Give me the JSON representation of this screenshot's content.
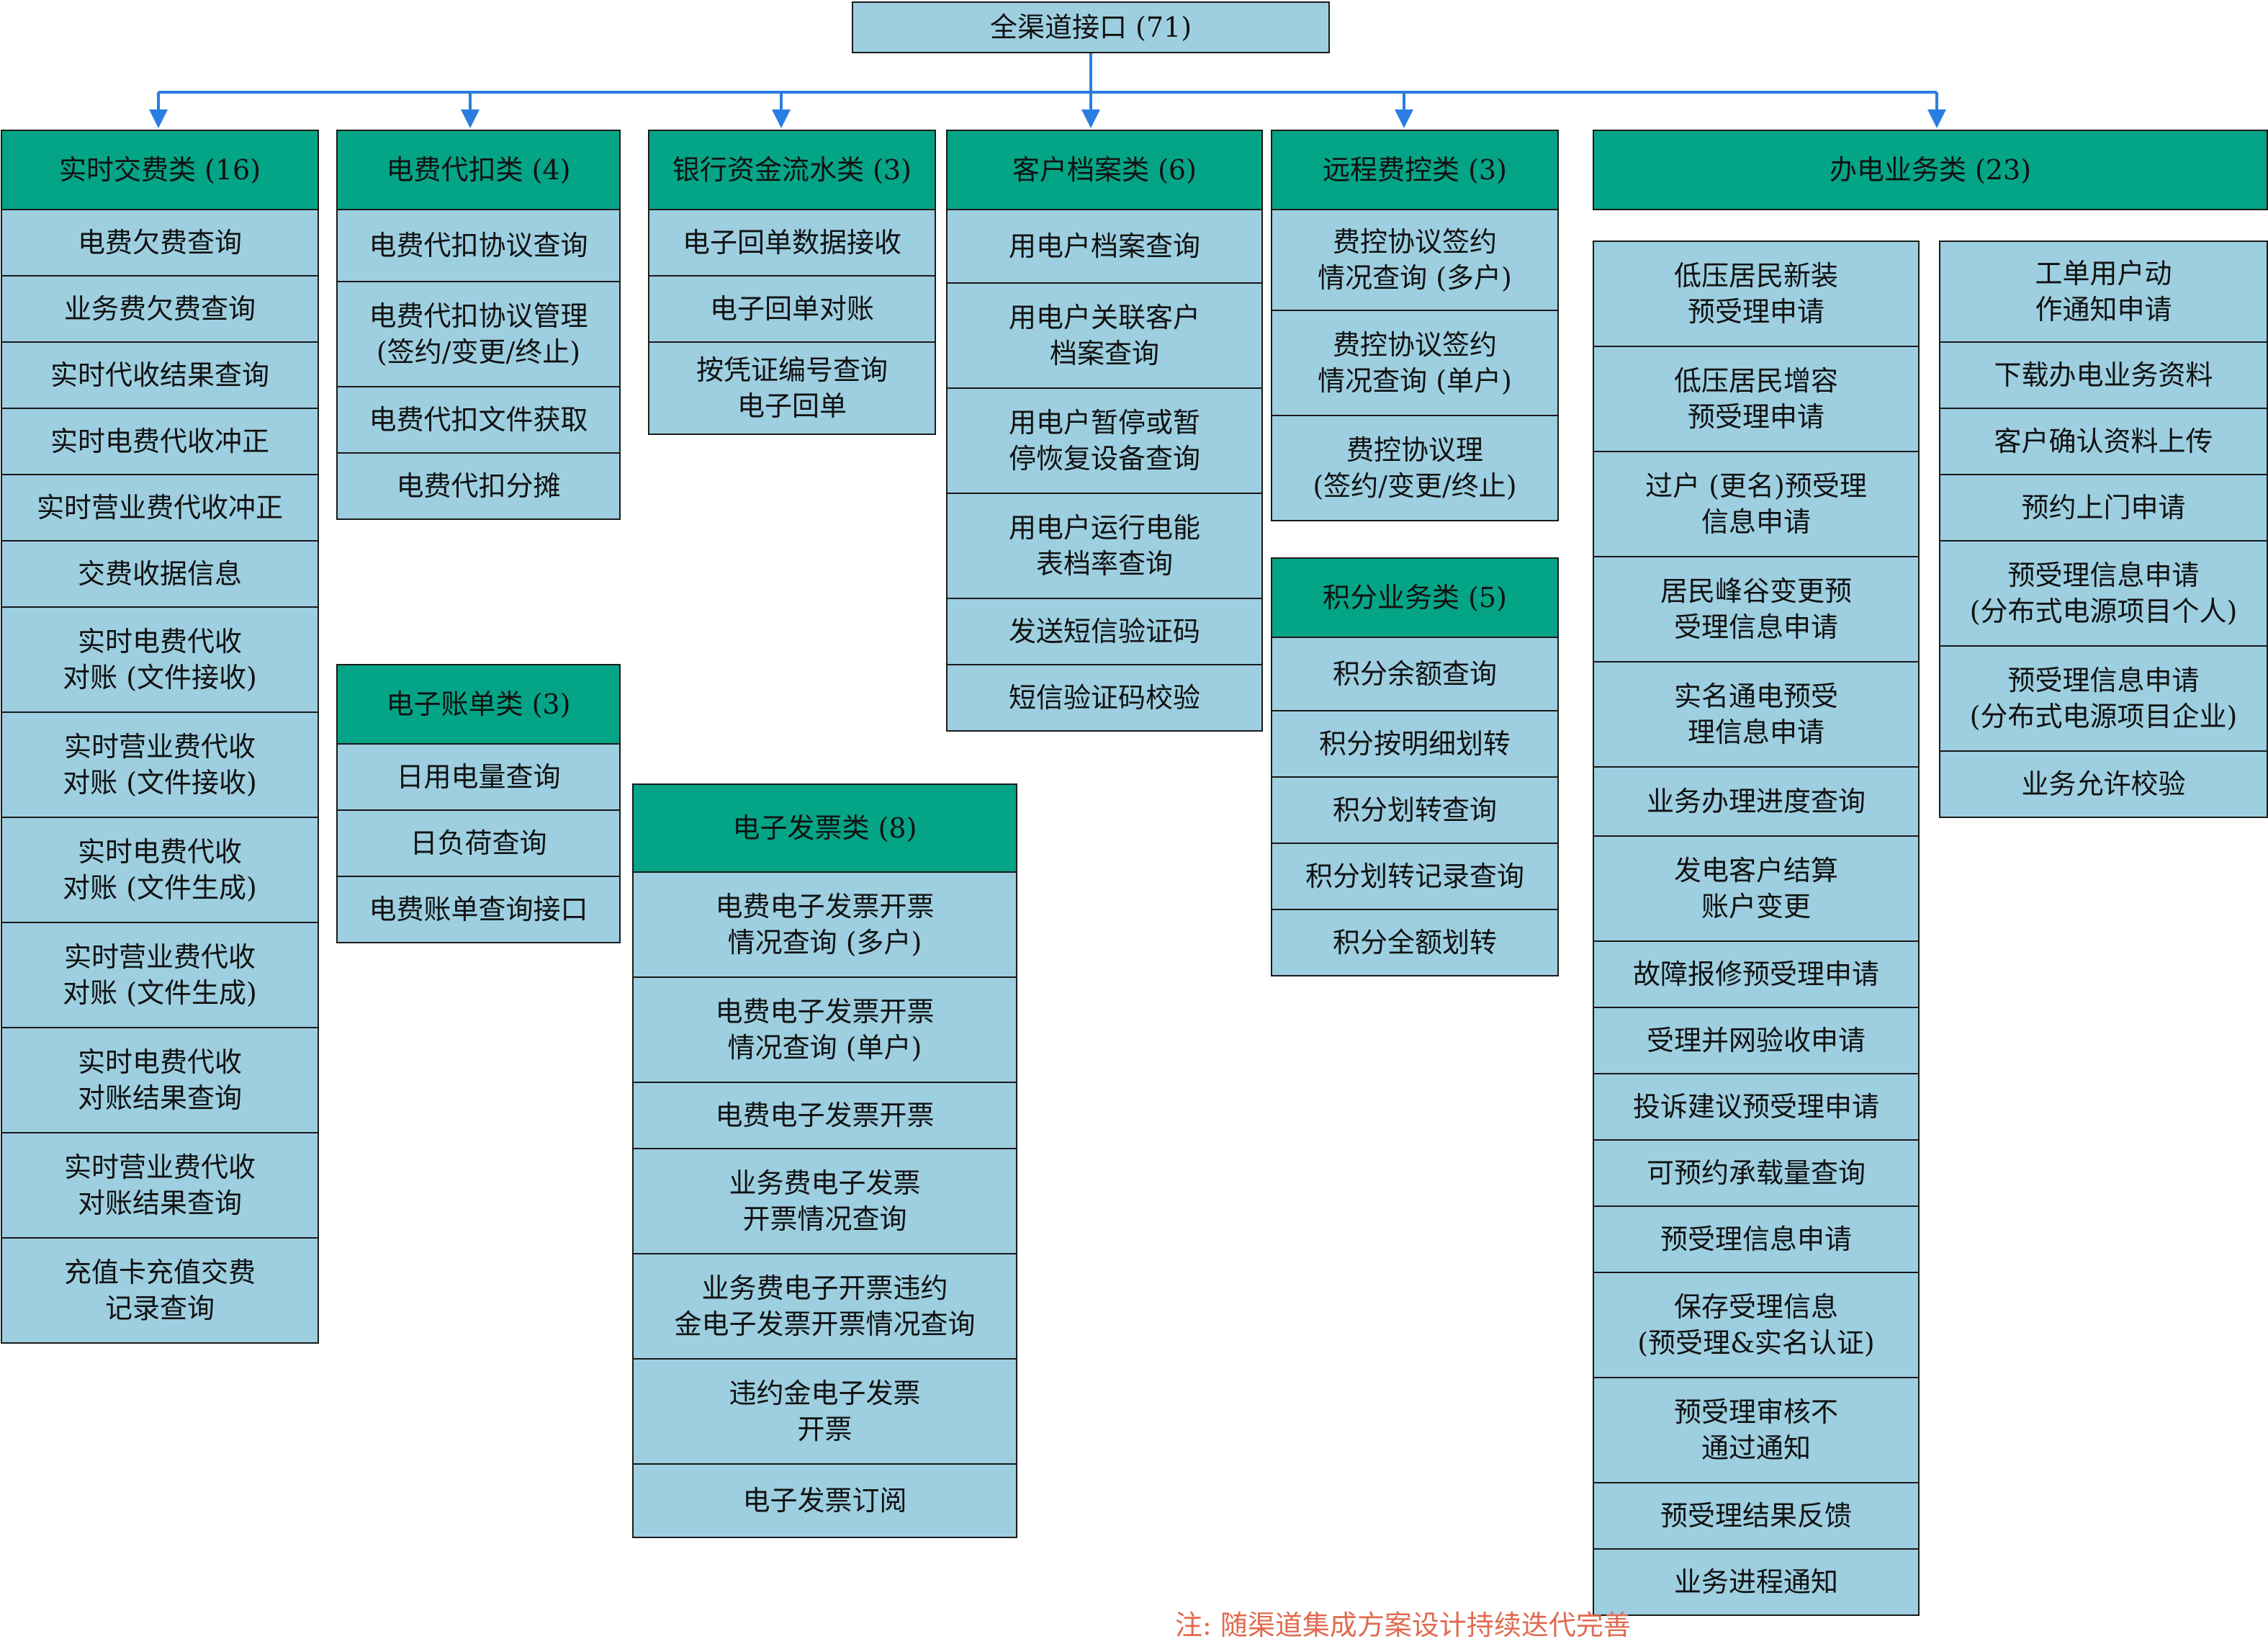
{
  "root": {
    "label": "全渠道接口 (71)"
  },
  "categories": [
    {
      "id": "realtime-payment",
      "label": "实时交费类 (16)",
      "items": [
        "电费欠费查询",
        "业务费欠费查询",
        "实时代收结果查询",
        "实时电费代收冲正",
        "实时营业费代收冲正",
        "交费收据信息",
        "实时电费代收\n对账 (文件接收)",
        "实时营业费代收\n对账 (文件接收)",
        "实时电费代收\n对账 (文件生成)",
        "实时营业费代收\n对账 (文件生成)",
        "实时电费代收\n对账结果查询",
        "实时营业费代收\n对账结果查询",
        "充值卡充值交费\n记录查询"
      ]
    },
    {
      "id": "auto-debit",
      "label": "电费代扣类 (4)",
      "items": [
        "电费代扣协议查询",
        "电费代扣协议管理\n(签约/变更/终止)",
        "电费代扣文件获取",
        "电费代扣分摊"
      ]
    },
    {
      "id": "e-bill",
      "label": "电子账单类 (3)",
      "items": [
        "日用电量查询",
        "日负荷查询",
        "电费账单查询接口"
      ]
    },
    {
      "id": "bank-flow",
      "label": "银行资金流水类 (3)",
      "items": [
        "电子回单数据接收",
        "电子回单对账",
        "按凭证编号查询\n电子回单"
      ]
    },
    {
      "id": "e-invoice",
      "label": "电子发票类 (8)",
      "items": [
        "电费电子发票开票\n情况查询 (多户)",
        "电费电子发票开票\n情况查询 (单户)",
        "电费电子发票开票",
        "业务费电子发票\n开票情况查询",
        "业务费电子开票违约\n金电子发票开票情况查询",
        "违约金电子发票\n开票",
        "电子发票订阅"
      ]
    },
    {
      "id": "customer-file",
      "label": "客户档案类 (6)",
      "items": [
        "用电户档案查询",
        "用电户关联客户\n档案查询",
        "用电户暂停或暂\n停恢复设备查询",
        "用电户运行电能\n表档率查询",
        "发送短信验证码",
        "短信验证码校验"
      ]
    },
    {
      "id": "remote-control",
      "label": "远程费控类 (3)",
      "items": [
        "费控协议签约\n情况查询 (多户)",
        "费控协议签约\n情况查询 (单户)",
        "费控协议理\n(签约/变更/终止)"
      ]
    },
    {
      "id": "points",
      "label": "积分业务类 (5)",
      "items": [
        "积分余额查询",
        "积分按明细划转",
        "积分划转查询",
        "积分划转记录查询",
        "积分全额划转"
      ]
    },
    {
      "id": "service",
      "label": "办电业务类 (23)",
      "items_left": [
        "低压居民新装\n预受理申请",
        "低压居民增容\n预受理申请",
        "过户 (更名)预受理\n信息申请",
        "居民峰谷变更预\n受理信息申请",
        "实名通电预受\n理信息申请",
        "业务办理进度查询",
        "发电客户结算\n账户变更",
        "故障报修预受理申请",
        "受理并网验收申请",
        "投诉建议预受理申请",
        "可预约承载量查询",
        "预受理信息申请",
        "保存受理信息\n(预受理&实名认证)",
        "预受理审核不\n通过通知",
        "预受理结果反馈",
        "业务进程通知"
      ],
      "items_right": [
        "工单用户动\n作通知申请",
        "下载办电业务资料",
        "客户确认资料上传",
        "预约上门申请",
        "预受理信息申请\n(分布式电源项目个人)",
        "预受理信息申请\n(分布式电源项目企业)",
        "业务允许校验"
      ]
    }
  ],
  "note": "注: 随渠道集成方案设计持续迭代完善",
  "colors": {
    "header": "#04a486",
    "item": "#9dcfe0",
    "connector": "#2a7de1",
    "note": "#e06a4f"
  }
}
